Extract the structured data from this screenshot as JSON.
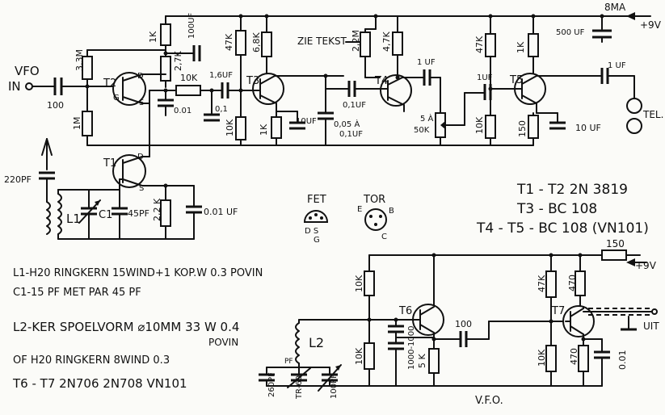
{
  "labels": {
    "supply_current": "8MA",
    "supply_voltage_top": "+9V",
    "supply_voltage_vfo": "+9V",
    "vfo_in_line1": "VFO",
    "vfo_in_line2": "IN",
    "zie_tekst": "ZIE TEKST",
    "tel": "TEL.",
    "uit": "UIT",
    "vfo_title": "V.F.O.",
    "fet_label": "FET",
    "fet_pins": "D  S",
    "fet_gate": "G",
    "tor_label": "TOR",
    "tor_e": "E",
    "tor_b": "B",
    "tor_c": "C",
    "l1_label": "L1",
    "c1_label": "C1",
    "l2_label": "L2"
  },
  "transistors": {
    "t1": "T1",
    "t2": "T2",
    "t3": "T3",
    "t4": "T4",
    "t5": "T5",
    "t6": "T6",
    "t7": "T7",
    "g": "G",
    "d": "D",
    "s": "S"
  },
  "components": {
    "c_in": "100",
    "r_33m": "3,3M",
    "r_1m": "1M",
    "r_1k_a": "1K",
    "c_100uf_a": "100UF",
    "r_27k": "2,7K",
    "c_001_a": "0.01",
    "r_10k_a": "10K",
    "c_16uf": "1,6UF",
    "c_01_a": "0,1",
    "r_47k_a": "47K",
    "r_68k": "6,8K",
    "r_10k_b": "10K",
    "r_1k_b": "1K",
    "c_10uf_a": "10UF",
    "c_005": "0,05 À",
    "c_01uf_b": "0,1UF",
    "c_01uf_a": "0,1UF",
    "r_22m": "2,2M",
    "r_47k_b": "4,7K",
    "c_1uf_a": "1 UF",
    "pot_a": "5 À",
    "pot_b": "50K",
    "c_1uf_b": "1UF",
    "r_47k_c": "47K",
    "r_10k_c": "10K",
    "r_1k_c": "1K",
    "r_150_a": "150",
    "c_10uf_b": "10 UF",
    "c_500uf": "500 UF",
    "c_1uf_c": "1 UF",
    "c_220pf": "220PF",
    "c_45pf": "45PF",
    "r_22k": "2,2 K",
    "c_001uf": "0.01 UF",
    "r_10k_d": "10K",
    "r_10k_e": "10K",
    "c_1000": "1000-1000",
    "r_5k": "5 K",
    "c_100_b": "100",
    "r_47k_d": "47K",
    "r_470_a": "470",
    "r_10k_f": "10K",
    "r_470_b": "470",
    "c_001_b": "0.01",
    "r_150_b": "150",
    "c_260pf": "260PF",
    "c_tr60": "TR-60",
    "c_100pf": "100PF",
    "pf": "PF"
  },
  "notes": {
    "t1_t2": "T1 - T2  2N 3819",
    "t3": "T3 -   BC 108",
    "t4_t5": "T4 - T5 - BC 108 (VN101)",
    "l1": "L1-H20 RINGKERN 15WIND+1 KOP.W  0.3 POVIN",
    "c1": "C1-15 PF MET PAR  45 PF",
    "l2a": "L2-KER SPOELVORM ⌀10MM  33 W 0.4",
    "l2b": "POVIN",
    "l2c": "OF H20 RINGKERN  8WIND  0.3",
    "t6_t7": "T6 - T7    2N706   2N708  VN101"
  }
}
